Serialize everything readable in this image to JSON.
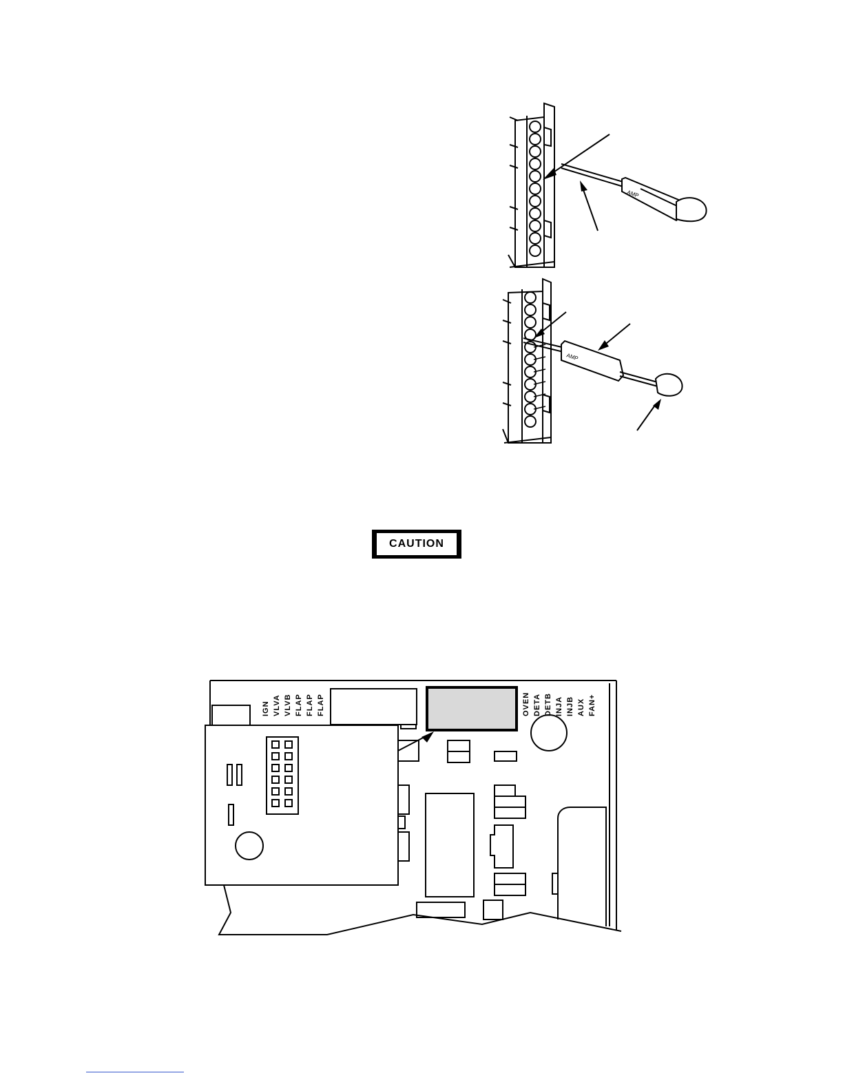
{
  "caution": {
    "label": "CAUTION"
  },
  "tool_brand": "AMP",
  "board_labels": {
    "left": [
      "IGN",
      "VLVA",
      "VLVB",
      "FLAP",
      "FLAP",
      "FLAP"
    ],
    "right": [
      "OVEN",
      "DETA",
      "DETB",
      "INJA",
      "INJB",
      "AUX",
      "FAN+"
    ]
  },
  "colors": {
    "highlight": "#d9d9d9",
    "footer_rule": "#3355cc"
  }
}
